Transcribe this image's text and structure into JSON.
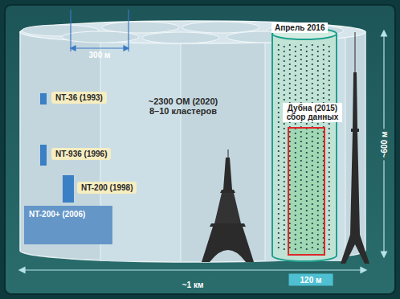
{
  "diagram": {
    "nodes": [
      {
        "text": [
          "NT-36 (1993)"
        ]
      },
      {
        "text": [
          "NT-936 (1996)"
        ]
      },
      {
        "text": [
          "NT-200 (1998)"
        ]
      },
      {
        "text": [
          "NT-200+ (2006)"
        ]
      },
      {
        "text": [
          "Апрель 2016"
        ]
      },
      {
        "text": [
          "Дубна (2015) сбор данных"
        ],
        "in": 4
      }
    ],
    "labels": [
      "300 м",
      "~2300 ОМ (2020) 8–10 кластеров",
      "~600 м",
      "~1 км",
      "120 м"
    ]
  }
}
